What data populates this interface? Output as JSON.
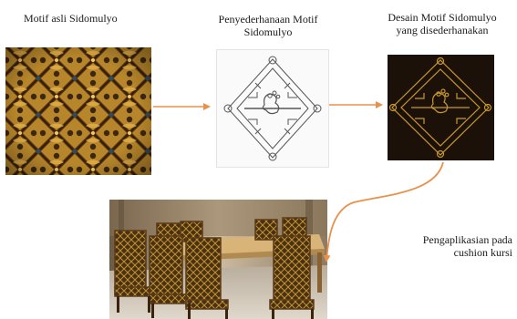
{
  "steps": [
    {
      "label": "Motif asli Sidomulyo"
    },
    {
      "label_line1": "Penyederhanaan Motif",
      "label_line2": "Sidomulyo"
    },
    {
      "label_line1": "Desain Motif Sidomulyo",
      "label_line2": "yang disederhanakan"
    },
    {
      "label_line1": "Pengaplikasian  pada",
      "label_line2": "cushion kursi"
    }
  ],
  "colors": {
    "arrow": "#e8914a",
    "motif_gold": "#c8982e",
    "motif_dark": "#2a1a0c",
    "simplified_line": "#555555"
  }
}
